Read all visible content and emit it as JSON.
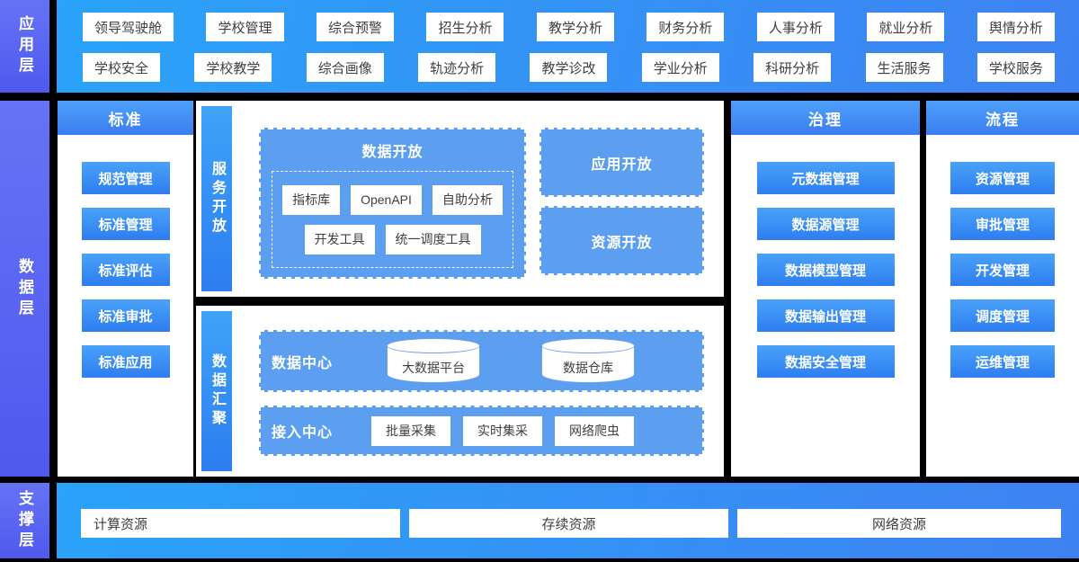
{
  "colors": {
    "background": "#000000",
    "layer_strip_purple": "#5c66f2",
    "band_blue_light": "#2aa3fa",
    "band_blue_deep": "#3e82f1",
    "panel_white": "#ffffff",
    "block_blue": "#3b8ef5",
    "dashed_fill_blue": "#5c9ff1",
    "dark_text": "#3f3f3f"
  },
  "app_layer": {
    "label": "应用层",
    "rows": [
      [
        "领导驾驶舱",
        "学校管理",
        "综合预警",
        "招生分析",
        "教学分析",
        "财务分析",
        "人事分析",
        "就业分析",
        "舆情分析"
      ],
      [
        "学校安全",
        "学校教学",
        "综合画像",
        "轨迹分析",
        "教学诊改",
        "学业分析",
        "科研分析",
        "生活服务",
        "学校服务"
      ]
    ]
  },
  "data_layer": {
    "label": "数据层",
    "standards": {
      "title": "标准",
      "items": [
        "规范管理",
        "标准管理",
        "标准评估",
        "标准审批",
        "标准应用"
      ]
    },
    "service_open": {
      "label": "服务开放",
      "data_open": {
        "title": "数据开放",
        "tools_row1": [
          "指标库",
          "OpenAPI",
          "自助分析"
        ],
        "tools_row2": [
          "开发工具",
          "统一调度工具"
        ]
      },
      "app_open": "应用开放",
      "resource_open": "资源开放"
    },
    "data_agg": {
      "label": "数据汇聚",
      "data_center": {
        "title": "数据中心",
        "stores": [
          "大数据平台",
          "数据仓库"
        ]
      },
      "access_center": {
        "title": "接入中心",
        "methods": [
          "批量采集",
          "实时集采",
          "网络爬虫"
        ]
      }
    },
    "governance": {
      "title": "治理",
      "items": [
        "元数据管理",
        "数据源管理",
        "数据模型管理",
        "数据输出管理",
        "数据安全管理"
      ]
    },
    "process": {
      "title": "流程",
      "items": [
        "资源管理",
        "审批管理",
        "开发管理",
        "调度管理",
        "运维管理"
      ]
    }
  },
  "support_layer": {
    "label": "支撑层",
    "resources": [
      "计算资源",
      "存续资源",
      "网络资源"
    ]
  }
}
